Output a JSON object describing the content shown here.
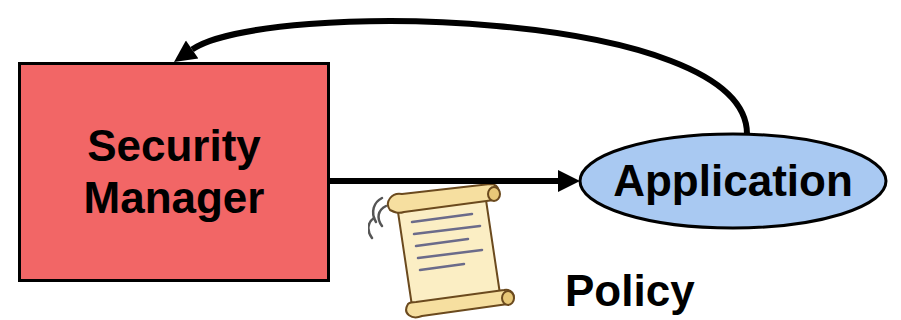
{
  "diagram": {
    "nodes": [
      {
        "text": [
          "Security Manager"
        ]
      },
      {
        "text": [
          "Application"
        ]
      }
    ],
    "edges": [
      {
        "from": 0,
        "to": 1,
        "arrow": "to"
      },
      {
        "from": 1,
        "to": 0,
        "arrow": "to"
      }
    ],
    "labels": [
      "Policy"
    ]
  }
}
